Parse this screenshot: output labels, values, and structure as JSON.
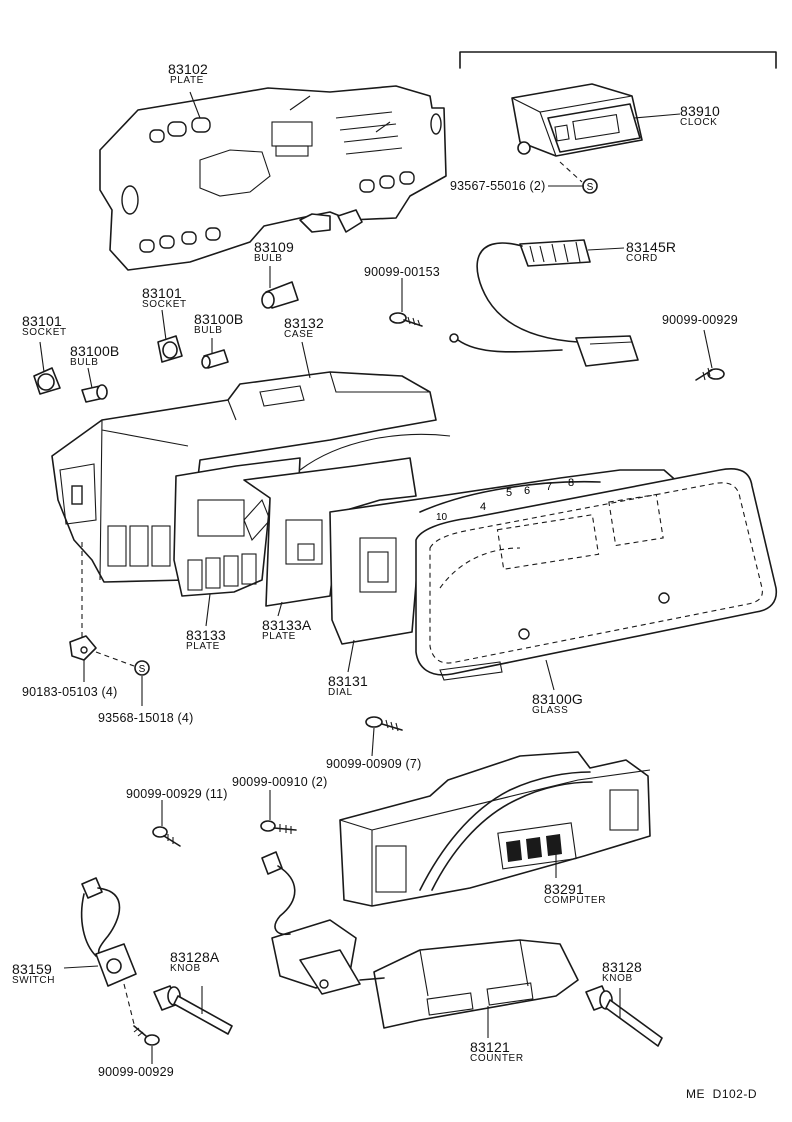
{
  "footer": {
    "reference": "ME  D102-D"
  },
  "callouts": {
    "c83102": {
      "number": "83102",
      "name": "PLATE"
    },
    "c83910": {
      "number": "83910",
      "name": "CLOCK"
    },
    "c93567": {
      "number": "93567-55016 (2)"
    },
    "c83109": {
      "number": "83109",
      "name": "BULB"
    },
    "c83145R": {
      "number": "83145R",
      "name": "CORD"
    },
    "c83101a": {
      "number": "83101",
      "name": "SOCKET"
    },
    "c83101b": {
      "number": "83101",
      "name": "SOCKET"
    },
    "c90099_153": {
      "number": "90099-00153"
    },
    "c83100Ba": {
      "number": "83100B",
      "name": "BULB"
    },
    "c83100Bb": {
      "number": "83100B",
      "name": "BULB"
    },
    "c83132": {
      "number": "83132",
      "name": "CASE"
    },
    "c90099_929a": {
      "number": "90099-00929"
    },
    "c83133": {
      "number": "83133",
      "name": "PLATE"
    },
    "c83133A": {
      "number": "83133A",
      "name": "PLATE"
    },
    "c83131": {
      "number": "83131",
      "name": "DIAL"
    },
    "c83100G": {
      "number": "83100G",
      "name": "GLASS"
    },
    "c90183": {
      "number": "90183-05103 (4)"
    },
    "c93568": {
      "number": "93568-15018 (4)"
    },
    "c90099_909": {
      "number": "90099-00909 (7)"
    },
    "c90099_910": {
      "number": "90099-00910 (2)"
    },
    "c90099_929_11": {
      "number": "90099-00929 (11)"
    },
    "c83291": {
      "number": "83291",
      "name": "COMPUTER"
    },
    "c83159": {
      "number": "83159",
      "name": "SWITCH"
    },
    "c83128A": {
      "number": "83128A",
      "name": "KNOB"
    },
    "c83128": {
      "number": "83128",
      "name": "KNOB"
    },
    "c83121": {
      "number": "83121",
      "name": "COUNTER"
    },
    "c90099_929b": {
      "number": "90099-00929"
    }
  },
  "markers": {
    "washer_symbol": "S"
  },
  "dial_digits": [
    "4",
    "5",
    "6",
    "7",
    "8",
    "10"
  ]
}
